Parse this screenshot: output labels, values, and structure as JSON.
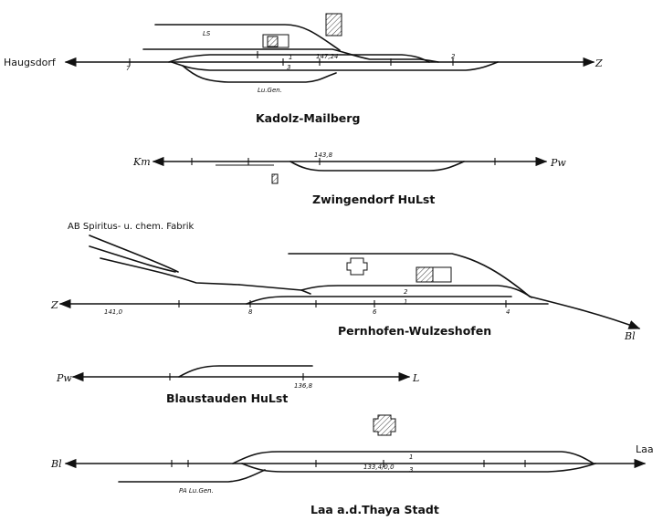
{
  "stations": {
    "kadolz": {
      "title": "Kadolz-Mailberg",
      "left": "Haugsdorf",
      "right": "Z",
      "siding_top": "LS",
      "siding_bottom": "Lu.Gen.",
      "km": "147,24",
      "t1": "1",
      "t2": "2",
      "t3": "3",
      "t7": "7"
    },
    "zwingendorf": {
      "title": "Zwingendorf HuLst",
      "left": "Km",
      "right": "Pw",
      "km": "143,8"
    },
    "pernhofen": {
      "title": "Pernhofen-Wulzeshofen",
      "left": "Z",
      "right": "Bl",
      "industry": "AB Spiritus- u. chem. Fabrik",
      "km": "141,0",
      "t1": "1",
      "t2": "2",
      "t4": "4",
      "t6": "6",
      "t8": "8"
    },
    "blaustauden": {
      "title": "Blaustauden HuLst",
      "left": "Pw",
      "right": "L",
      "km": "136,8"
    },
    "laa": {
      "title": "Laa a.d.Thaya Stadt",
      "left": "Bl",
      "right": "Laa",
      "km": "133,4/0,0",
      "siding": "PA Lu.Gen.",
      "t1": "1",
      "t3": "3"
    }
  },
  "colors": {
    "ink": "#111111",
    "paper": "#ffffff"
  }
}
